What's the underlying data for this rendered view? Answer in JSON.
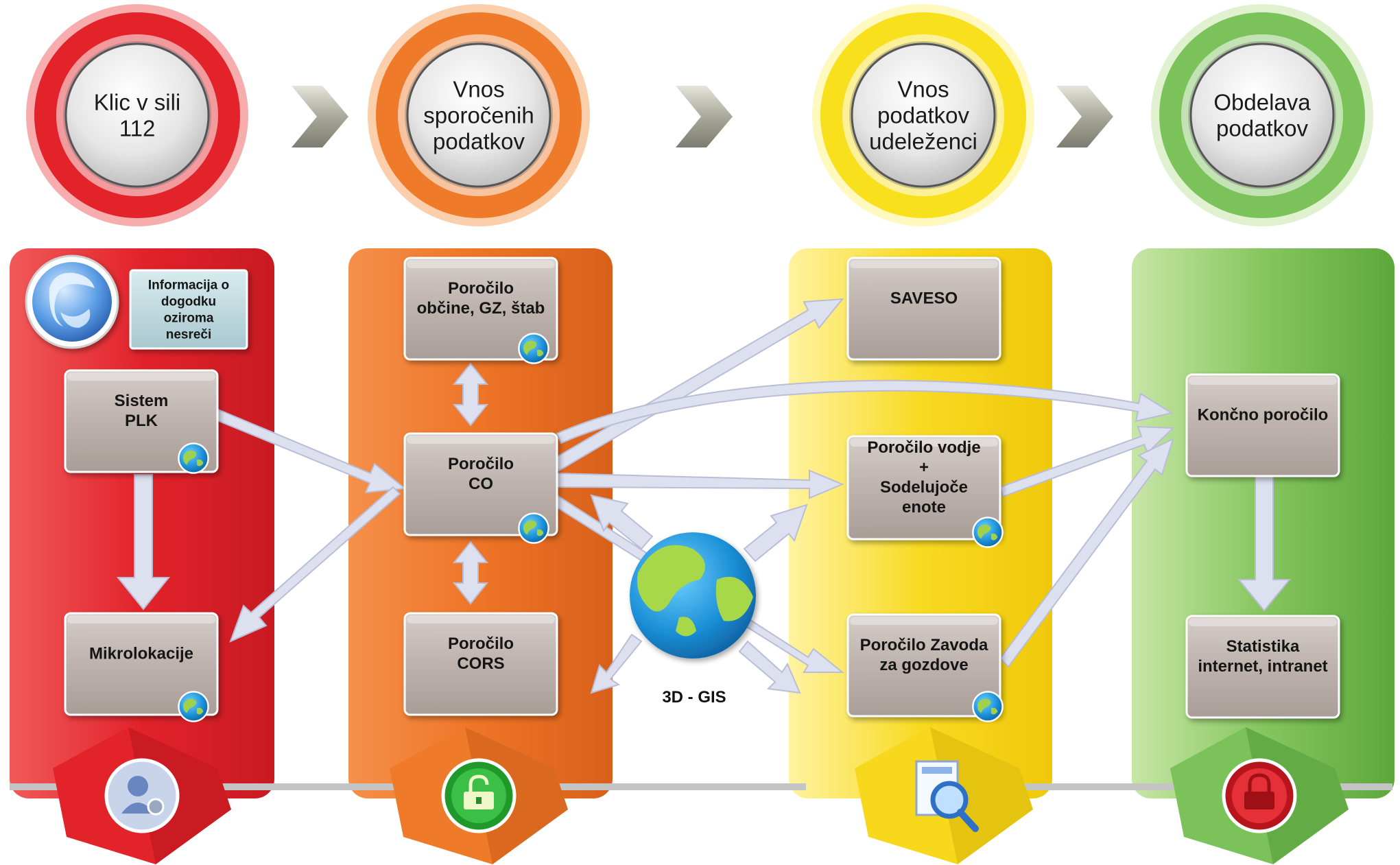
{
  "stages": [
    {
      "lines": [
        "Klic v sili",
        "112"
      ]
    },
    {
      "lines": [
        "Vnos",
        "sporočenih",
        "podatkov"
      ]
    },
    {
      "lines": [
        "Vnos",
        "podatkov",
        "udeleženci"
      ]
    },
    {
      "lines": [
        "Obdelava",
        "podatkov"
      ]
    }
  ],
  "columns": {
    "red": {
      "info_box": [
        "Informacija o",
        "dogodku",
        "oziroma",
        "nesreči"
      ],
      "plk": [
        "Sistem",
        "PLK"
      ],
      "mikrolokacije": [
        "Mikrolokacije"
      ],
      "badge_icon": "user-gear-icon"
    },
    "orange": {
      "obcine": [
        "Poročilo",
        "občine, GZ, štab"
      ],
      "co": [
        "Poročilo",
        "CO"
      ],
      "cors": [
        "Poročilo",
        "CORS"
      ],
      "badge_icon": "unlock-icon"
    },
    "yellow": {
      "saveso": [
        "SAVESO"
      ],
      "vodje": [
        "Poročilo vodje",
        "+",
        "Sodelujoče",
        "enote"
      ],
      "zavoda": [
        "Poročilo Zavoda",
        "za gozdove"
      ],
      "badge_icon": "document-search-icon"
    },
    "green": {
      "koncno": [
        "Končno poročilo"
      ],
      "statistika": [
        "Statistika",
        "internet, intranet"
      ],
      "badge_icon": "lock-icon"
    }
  },
  "gis": {
    "label": "3D - GIS"
  },
  "colors": {
    "red": "#e3232a",
    "orange": "#ef7a2a",
    "yellow": "#f7d61a",
    "green": "#7cc25a",
    "box": "#b9aea9",
    "arrow": "#dcdfee"
  }
}
